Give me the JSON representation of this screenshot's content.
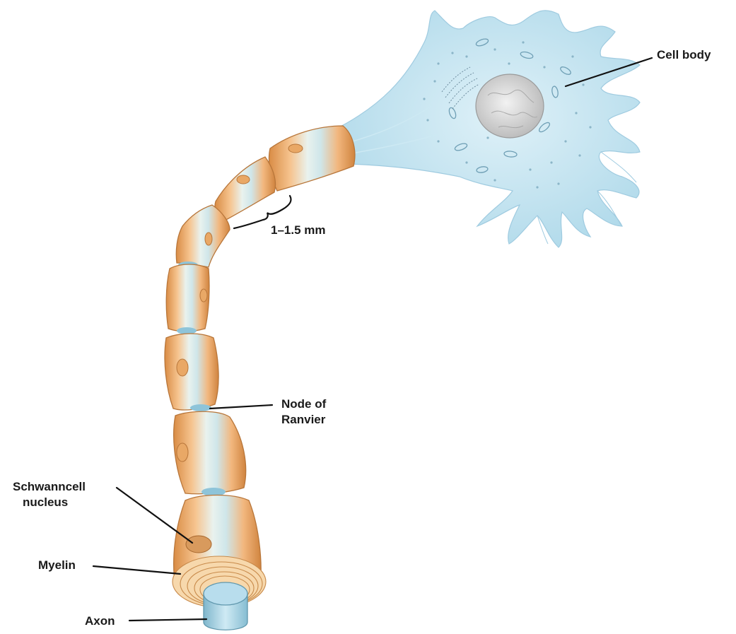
{
  "labels": {
    "cell_body": "Cell body",
    "node_line1": "Node of",
    "node_line2": "Ranvier",
    "schwann_line1": "Schwanncell",
    "schwann_line2": "nucleus",
    "myelin": "Myelin",
    "axon": "Axon",
    "internode_length": "1–1.5 mm"
  },
  "colors": {
    "cell_body": "#bfe3f0",
    "myelin": "#f2b77e",
    "myelin_dark": "#d98c45",
    "axon": "#9fcfe3",
    "nucleus": "#d8d8d8"
  }
}
